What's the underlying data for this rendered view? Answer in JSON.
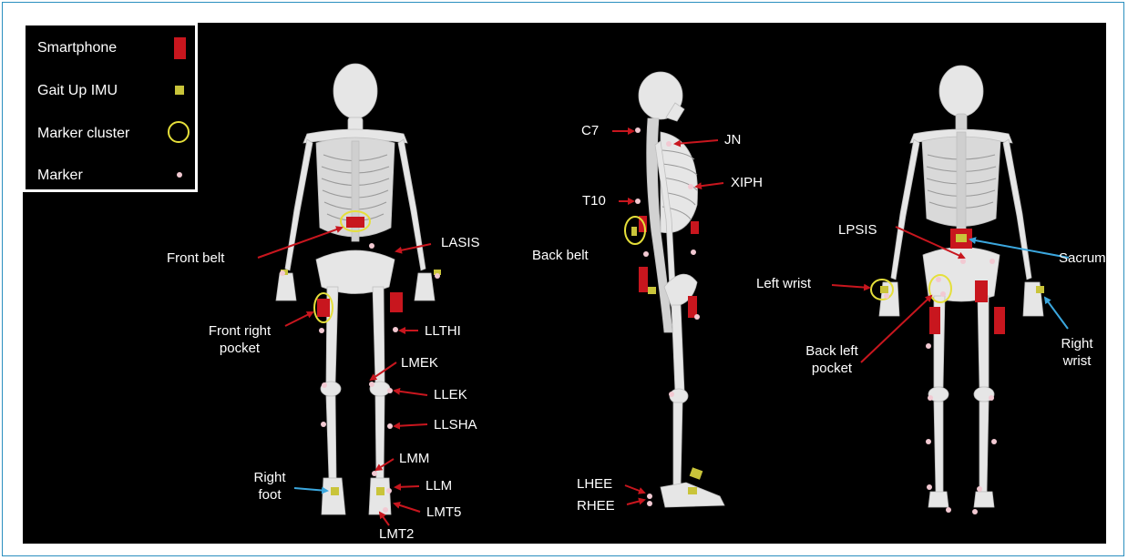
{
  "colors": {
    "background": "#000000",
    "bone": "#e6e6e6",
    "smartphone": "#c8161e",
    "imu": "#c9c43a",
    "cluster": "#e5df3a",
    "marker": "#f2c9d2",
    "arrow_red": "#c8161e",
    "arrow_blue": "#3ba7de",
    "frame": "#2a8fbf"
  },
  "legend": {
    "items": [
      {
        "label": "Smartphone",
        "symbol": "red-rectangle"
      },
      {
        "label": "Gait Up IMU",
        "symbol": "yellow-square"
      },
      {
        "label": "Marker cluster",
        "symbol": "yellow-circle"
      },
      {
        "label": "Marker",
        "symbol": "pink-dot"
      }
    ]
  },
  "views": {
    "front": {
      "labels": {
        "front_belt": "Front belt",
        "lasis": "LASIS",
        "front_right_pocket_1": "Front right",
        "front_right_pocket_2": "pocket",
        "llthi": "LLTHI",
        "lmek": "LMEK",
        "llek": "LLEK",
        "llsha": "LLSHA",
        "lmm": "LMM",
        "right_foot_1": "Right",
        "right_foot_2": "foot",
        "llm": "LLM",
        "lmt5": "LMT5",
        "lmt2": "LMT2"
      }
    },
    "side": {
      "labels": {
        "c7": "C7",
        "jn": "JN",
        "xiph": "XIPH",
        "t10": "T10",
        "back_belt": "Back belt",
        "lhee": "LHEE",
        "rhee": "RHEE"
      }
    },
    "back": {
      "labels": {
        "lpsis": "LPSIS",
        "sacrum": "Sacrum",
        "left_wrist": "Left wrist",
        "right_wrist_1": "Right",
        "right_wrist_2": "wrist",
        "back_left_pocket_1": "Back left",
        "back_left_pocket_2": "pocket"
      }
    }
  }
}
